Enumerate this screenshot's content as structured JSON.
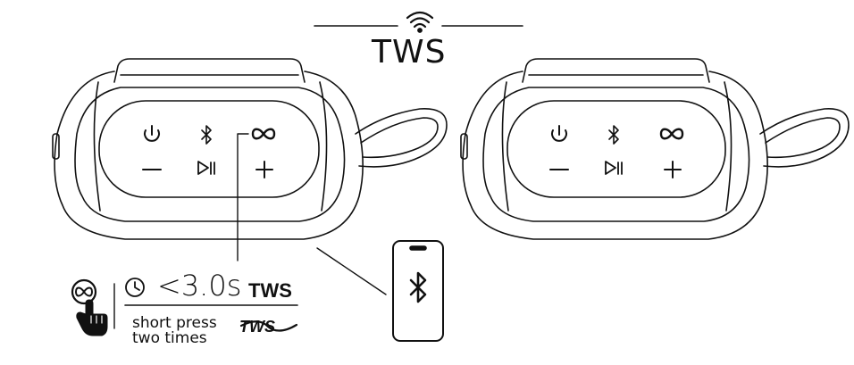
{
  "header": {
    "title": "TWS",
    "wifi_icon": "wireless-signal-icon"
  },
  "speakers": [
    {
      "name": "left-speaker",
      "buttons": [
        "power-icon",
        "bluetooth-icon",
        "infinity-icon",
        "minus-icon",
        "play-pause-icon",
        "plus-icon"
      ]
    },
    {
      "name": "right-speaker",
      "buttons": [
        "power-icon",
        "bluetooth-icon",
        "infinity-icon",
        "minus-icon",
        "play-pause-icon",
        "plus-icon"
      ]
    }
  ],
  "instruction": {
    "time": "<3.0s",
    "action_on": "TWS",
    "press_line1": "short press",
    "press_line2": "two times",
    "action_off": "TWS",
    "icons": [
      "infinity-button-icon",
      "hand-press-icon",
      "clock-icon"
    ]
  },
  "phone": {
    "icon": "bluetooth-icon"
  },
  "colors": {
    "stroke": "#111111",
    "background": "#ffffff"
  }
}
